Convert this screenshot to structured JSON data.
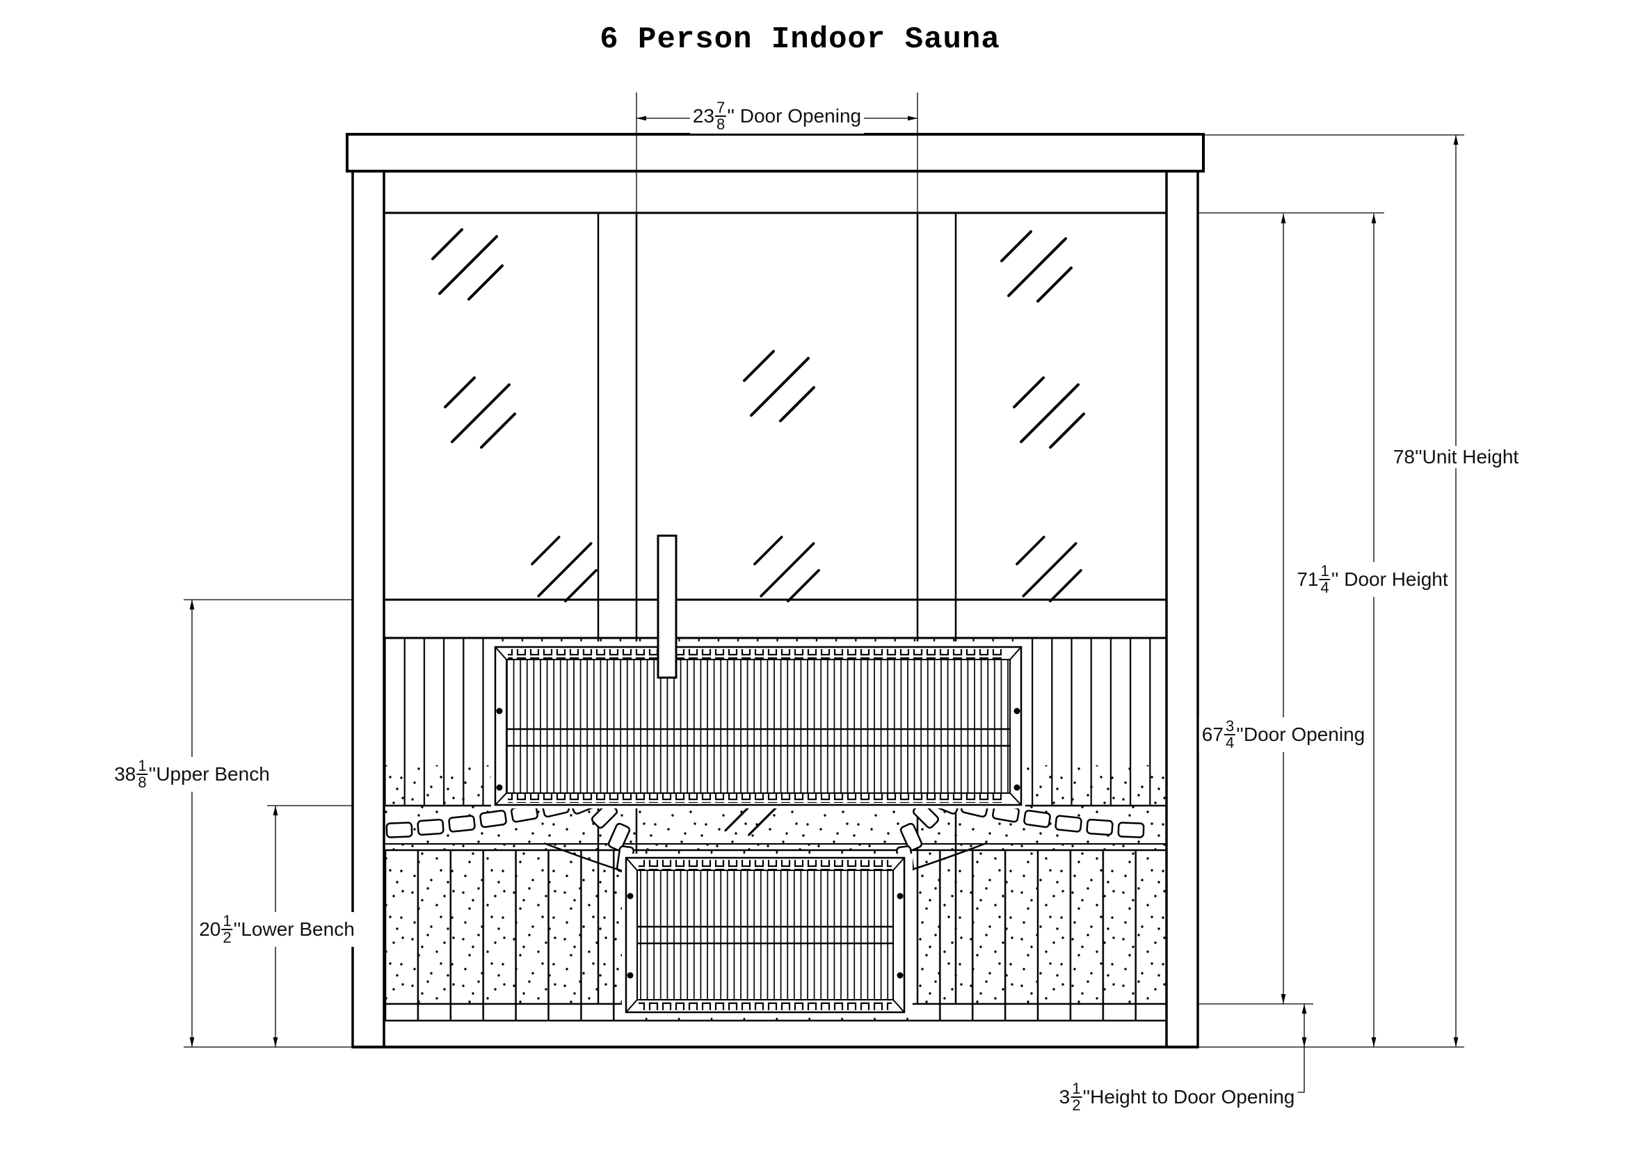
{
  "title": "6 Person Indoor Sauna",
  "dims": {
    "door_opening_width": {
      "whole": "23",
      "num": "7",
      "den": "8",
      "suffix": "'' Door Opening"
    },
    "unit_height": {
      "whole": "78",
      "num": "",
      "den": "",
      "suffix": "''Unit Height"
    },
    "door_height": {
      "whole": "71",
      "num": "1",
      "den": "4",
      "suffix": "'' Door Height"
    },
    "door_opening_height": {
      "whole": "67",
      "num": "3",
      "den": "4",
      "suffix": "''Door Opening"
    },
    "upper_bench": {
      "whole": "38",
      "num": "1",
      "den": "8",
      "suffix": "''Upper Bench"
    },
    "lower_bench": {
      "whole": "20",
      "num": "1",
      "den": "2",
      "suffix": "''Lower Bench"
    },
    "height_to_door_opening": {
      "whole": "3",
      "num": "1",
      "den": "2",
      "suffix": "''Height to Door Opening"
    }
  },
  "drawing": {
    "line_color": "#000000",
    "background": "#ffffff"
  }
}
